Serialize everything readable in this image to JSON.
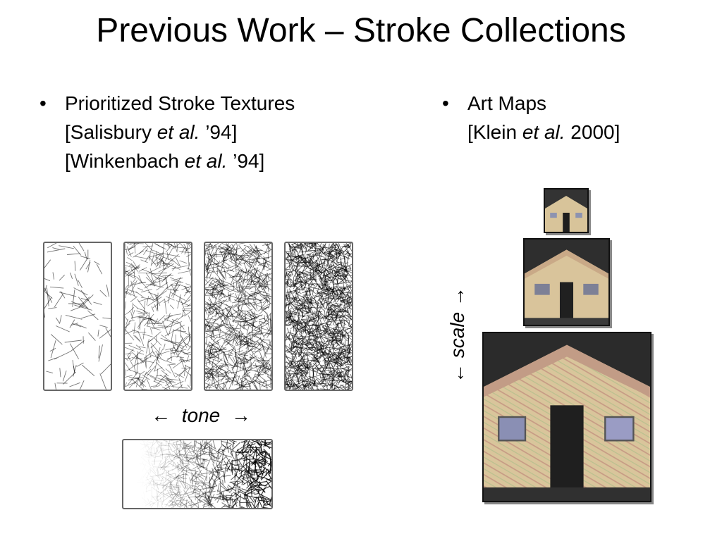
{
  "slide": {
    "title": "Previous Work – Stroke Collections",
    "bullet_char": "•"
  },
  "left": {
    "line1": "Prioritized Stroke Textures",
    "ref1_pre": "[Salisbury ",
    "ref1_em": "et al.",
    "ref1_post": " ’94]",
    "ref2_pre": "[Winkenbach ",
    "ref2_em": "et al.",
    "ref2_post": " ’94]",
    "tone_left_arrow": "←",
    "tone_word": "tone",
    "tone_right_arrow": "→"
  },
  "right": {
    "line1": "Art Maps",
    "ref_pre": "[Klein ",
    "ref_em": "et al.",
    "ref_post": " 2000]",
    "scale_left_arrow": "←",
    "scale_word": "scale",
    "scale_right_arrow": "→"
  }
}
